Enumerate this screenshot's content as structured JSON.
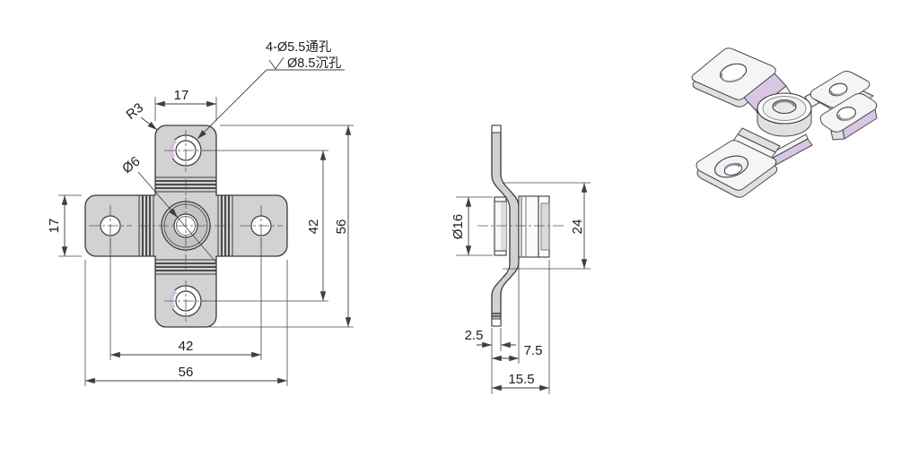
{
  "drawing": {
    "background_color": "#ffffff",
    "part_fill_color": "#d2d2d2",
    "outline_color": "#3a3a3a",
    "dimension_color": "#3f3f3f",
    "accent_lavender": "#d9c6e2",
    "front_view": {
      "callout_line1": "4-Ø5.5通孔",
      "callout_line2": "Ø8.5沉孔",
      "corner_radius_label": "R3",
      "center_hole_label": "Ø6",
      "dim_tab_width": "17",
      "dim_arm_height": "17",
      "dim_hole_pitch_vertical": "42",
      "dim_overall_height": "56",
      "dim_hole_pitch_horizontal": "42",
      "dim_overall_width": "56"
    },
    "side_view": {
      "dim_boss_diameter": "Ø16",
      "dim_center_section_height": "24",
      "dim_plate_thickness": "2.5",
      "dim_offset_depth": "7.5",
      "dim_overall_depth": "15.5"
    }
  }
}
